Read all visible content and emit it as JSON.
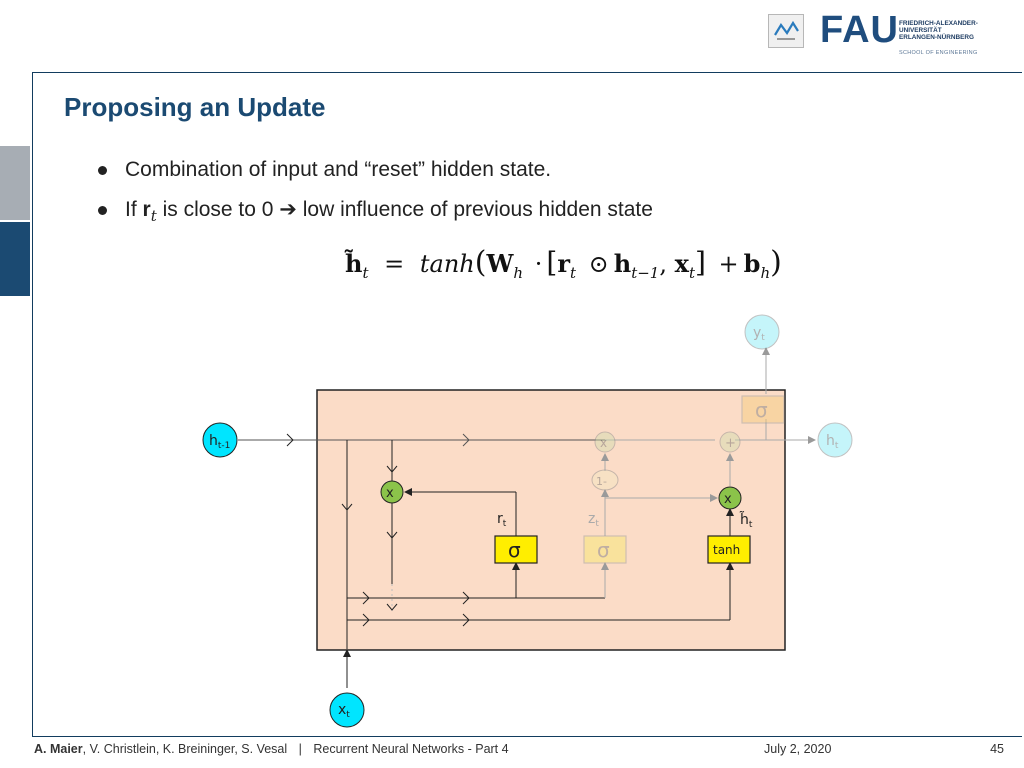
{
  "header": {
    "university_logo_text": "FAU",
    "university_lines": [
      "FRIEDRICH-ALEXANDER-",
      "UNIVERSITÄT",
      "ERLANGEN-NÜRNBERG"
    ],
    "school": "SCHOOL OF ENGINEERING"
  },
  "slide": {
    "title": "Proposing an Update",
    "bullet1": "Combination of input and “reset” hidden state.",
    "bullet2_prefix": "If",
    "bullet2_var": "r",
    "bullet2_sub": "t",
    "bullet2_suffix": "is close to 0 ➔ low influence of previous hidden state",
    "equation": {
      "lhs": "h̃",
      "lhs_sub": "t",
      "eq": "=",
      "fn": "tanh",
      "open": "(",
      "W": "W",
      "W_sub": "h",
      "dot": "·",
      "lbr": "[",
      "r": "r",
      "r_sub": "t",
      "odot": "⊙",
      "h": "h",
      "h_sub": "t−1",
      "comma": ",",
      "x": "x",
      "x_sub": "t",
      "rbr": "]",
      "plus": "+",
      "b": "b",
      "b_sub": "h",
      "close": ")"
    }
  },
  "diagram": {
    "h_prev": "h",
    "h_prev_sub": "t-1",
    "x_in": "x",
    "x_in_sub": "t",
    "y_out": "y",
    "y_out_sub": "t",
    "h_out": "h",
    "h_out_sub": "t",
    "mult": "x",
    "add": "+",
    "one_minus": "1-",
    "sigma": "σ",
    "tanh": "tanh",
    "r_label": "r",
    "r_label_sub": "t",
    "z_label": "z",
    "z_label_sub": "t",
    "htilde_label": "h̃",
    "htilde_sub": "t",
    "colors": {
      "cell_fill": "#fbdcc7",
      "cyan_node": "#00e5ff",
      "green_node": "#8bc34a",
      "yellow_box": "#ffee00"
    }
  },
  "footer": {
    "author_bold": "A. Maier",
    "author_rest": ", V. Christlein, K. Breininger, S. Vesal",
    "separator": "|",
    "lecture": "Recurrent Neural Networks - Part 4",
    "date": "July 2, 2020",
    "page": "45"
  }
}
